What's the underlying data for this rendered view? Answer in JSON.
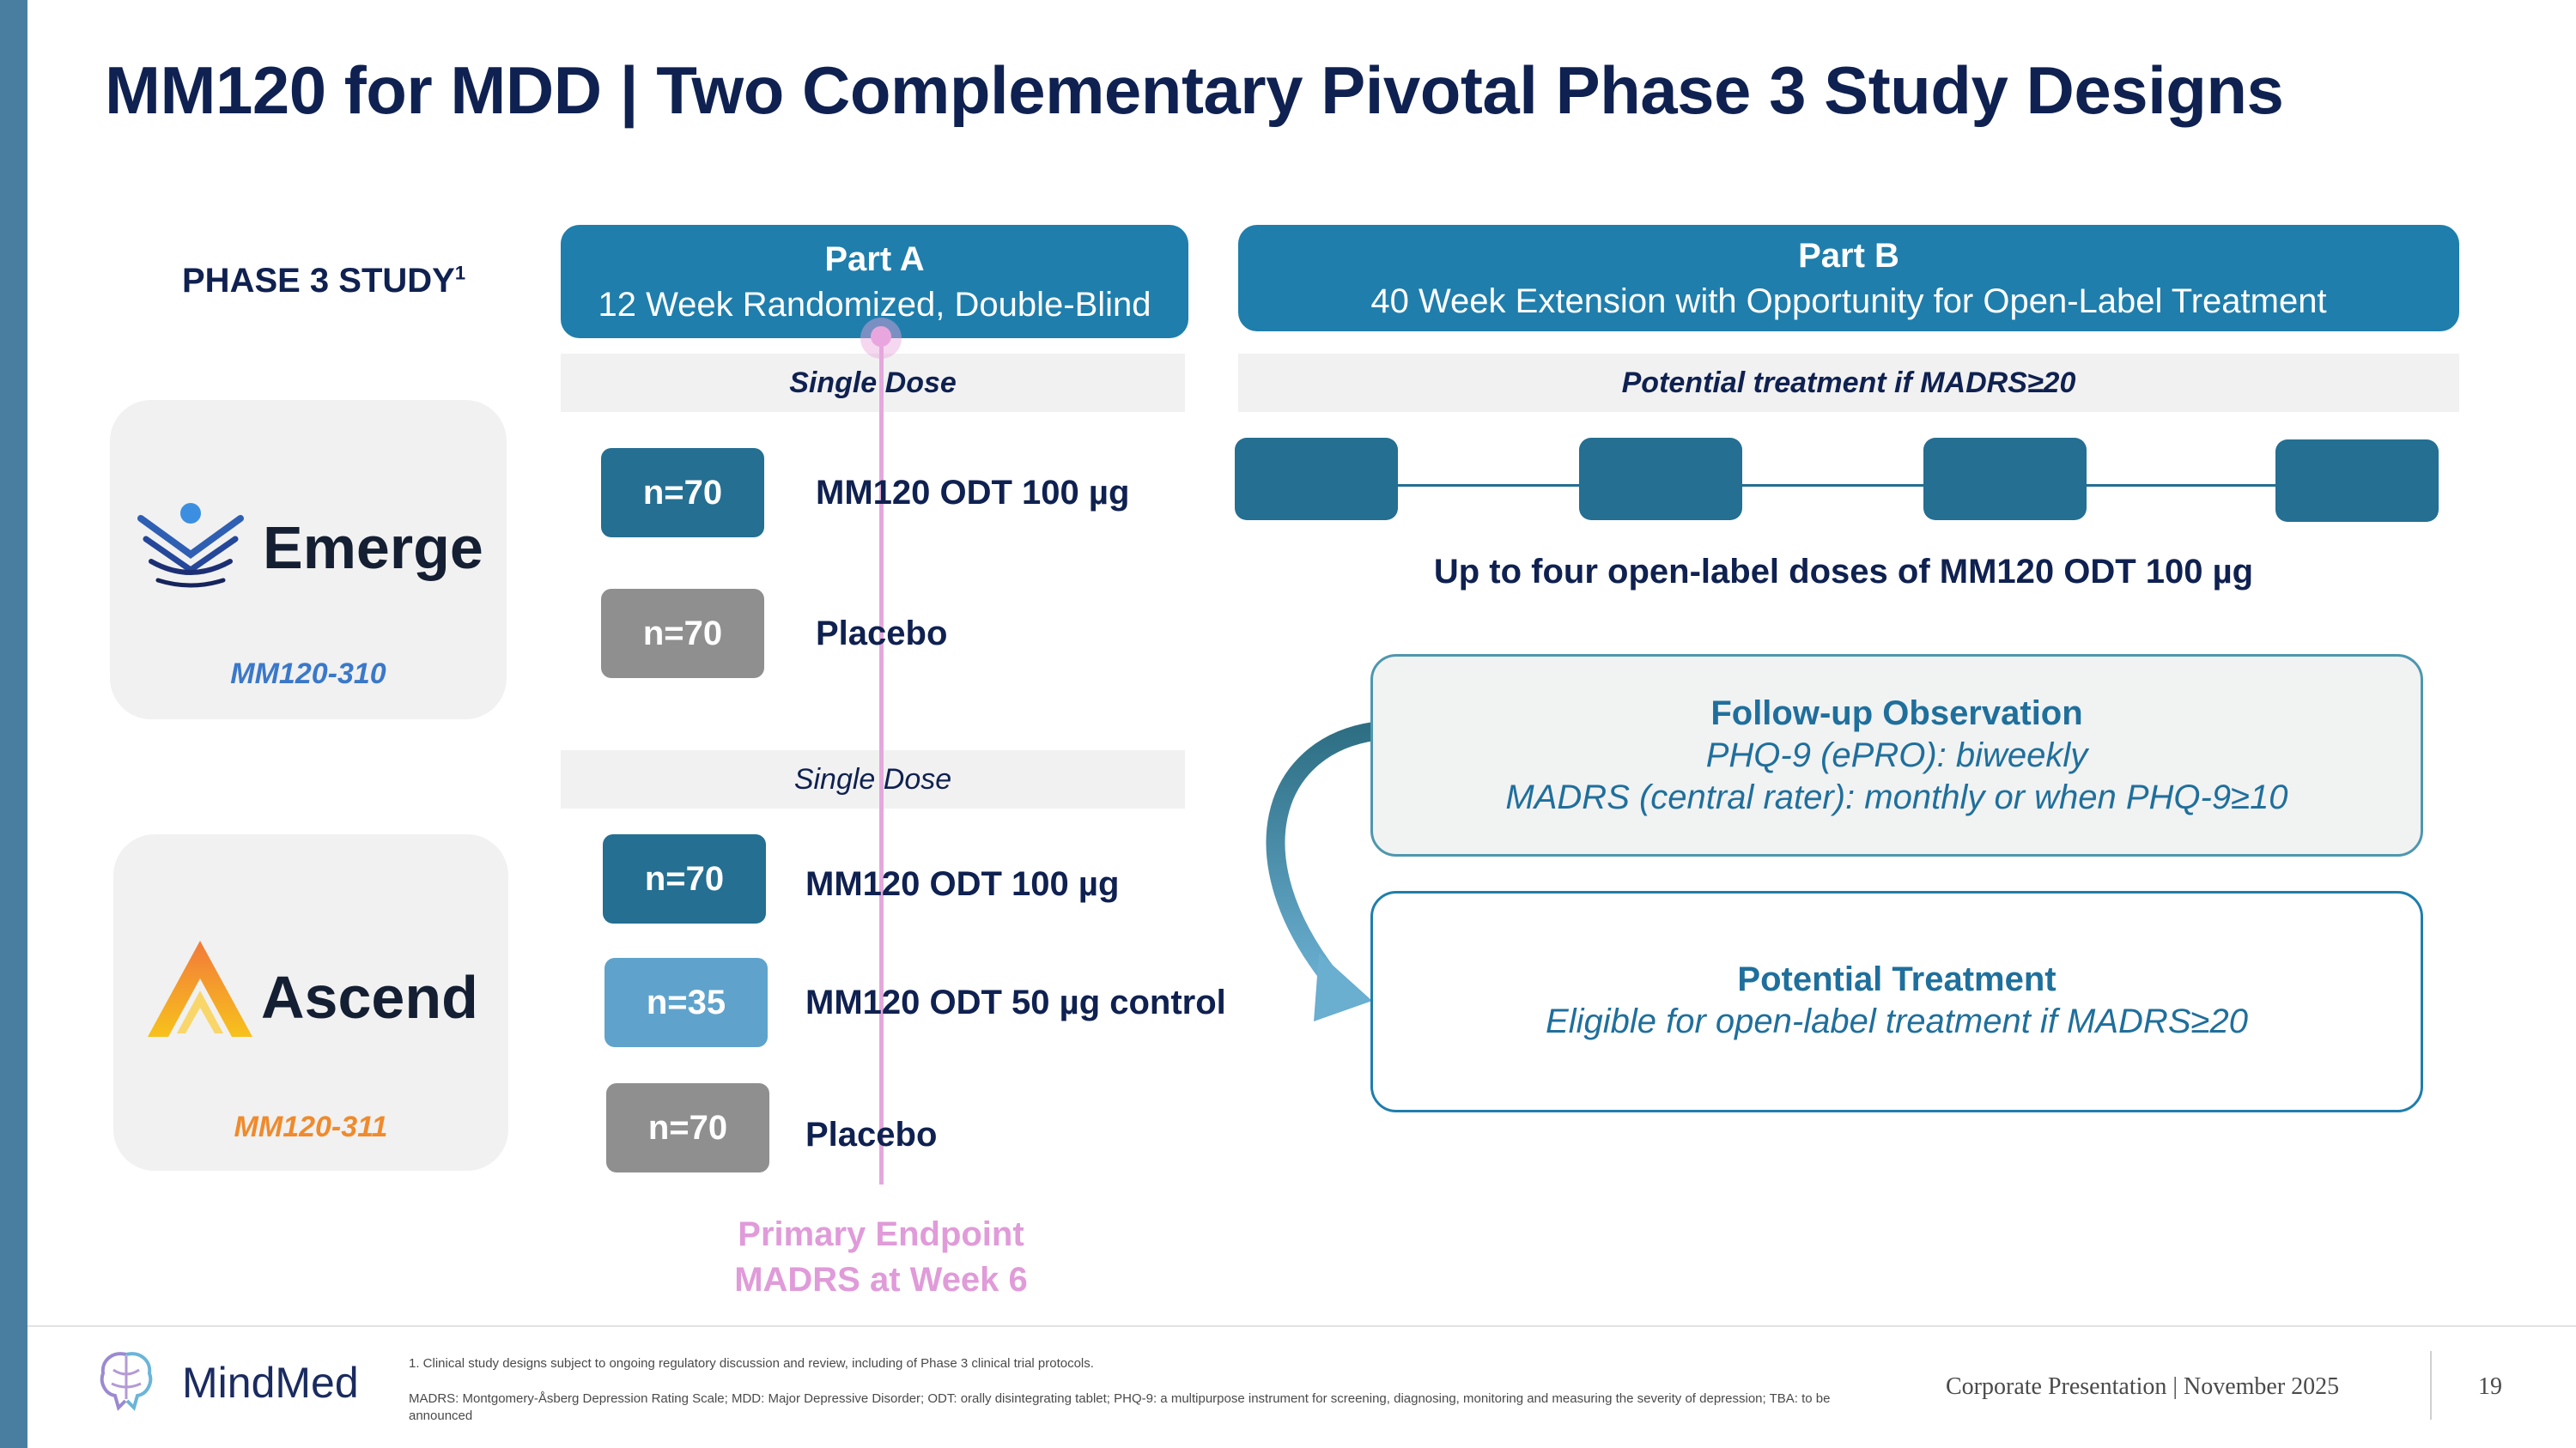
{
  "title": "MM120 for MDD | Two Complementary Pivotal Phase 3 Study Designs",
  "phase_label": "PHASE 3 STUDY",
  "phase_label_sup": "1",
  "studies": [
    {
      "name": "Emerge",
      "id": "MM120-310",
      "id_color": "#3a78c9"
    },
    {
      "name": "Ascend",
      "id": "MM120-311",
      "id_color": "#f08a2c"
    }
  ],
  "part_a": {
    "title": "Part A",
    "subtitle": "12 Week Randomized, Double-Blind"
  },
  "part_b": {
    "title": "Part B",
    "subtitle": "40 Week Extension with Opportunity for Open-Label Treatment"
  },
  "band_a1": "Single Dose",
  "band_a2": "Single Dose",
  "band_b": "Potential treatment if MADRS≥20",
  "arms_310": [
    {
      "n": "n=70",
      "label": "MM120 ODT 100 µg",
      "color": "#246f92"
    },
    {
      "n": "n=70",
      "label": "Placebo",
      "color": "#8f8f8f"
    }
  ],
  "arms_311": [
    {
      "n": "n=70",
      "label": "MM120 ODT 100 µg",
      "color": "#246f92"
    },
    {
      "n": "n=35",
      "label": "MM120 ODT 50 µg control",
      "color": "#5fa3cc"
    },
    {
      "n": "n=70",
      "label": "Placebo",
      "color": "#8f8f8f"
    }
  ],
  "open_label_caption": "Up to four open-label doses of MM120 ODT 100 µg",
  "followup": {
    "title": "Follow-up Observation",
    "line1": "PHQ-9 (ePRO): biweekly",
    "line2": "MADRS (central rater): monthly or when PHQ-9≥10"
  },
  "potential": {
    "title": "Potential Treatment",
    "line1": "Eligible for open-label treatment if MADRS≥20"
  },
  "endpoint": {
    "line1": "Primary Endpoint",
    "line2": "MADRS at Week 6"
  },
  "footer": {
    "brand": "MindMed",
    "note1": "1.    Clinical study designs subject to ongoing regulatory discussion and review, including of Phase 3 clinical trial protocols.",
    "note2": "MADRS: Montgomery-Åsberg Depression Rating Scale; MDD: Major Depressive Disorder; ODT: orally disintegrating tablet; PHQ-9: a multipurpose instrument for screening, diagnosing, monitoring and measuring the severity of depression; TBA: to be announced",
    "presentation": "Corporate Presentation | November 2025",
    "page": "19"
  },
  "colors": {
    "accent": "#1f7eac",
    "navy": "#0f2150",
    "endpoint": "#e09bd9"
  }
}
